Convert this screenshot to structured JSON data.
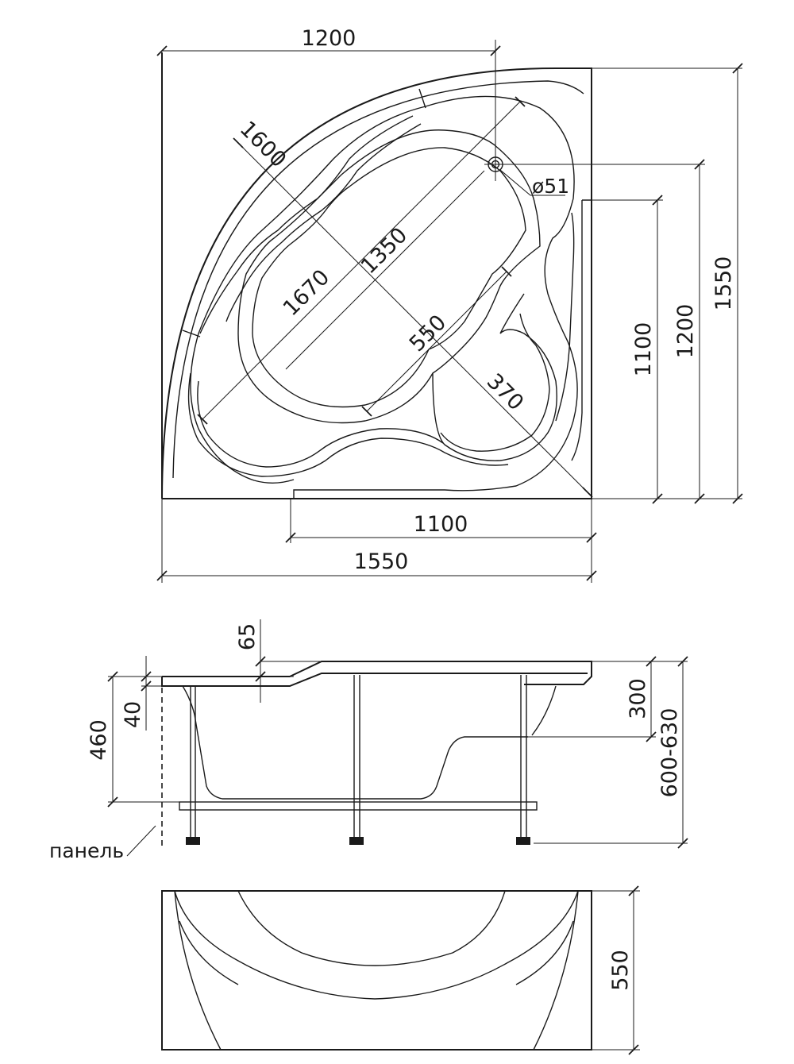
{
  "top_view": {
    "width_overall": "1550",
    "height_overall": "1550",
    "width_short": "1100",
    "height_short": "1100",
    "width_top": "1200",
    "height_mid": "1200",
    "diagonal_outer": "1600",
    "diagonal_bowl": "1670",
    "diagonal_inner": "1350",
    "seat_depth": "550",
    "corner_offset": "370",
    "drain_diameter": "ø51"
  },
  "side_view": {
    "rim_step": "65",
    "rim_thickness": "40",
    "tub_depth": "460",
    "seat_height": "300",
    "total_height": "600-630",
    "panel_label": "панель"
  },
  "front_panel": {
    "panel_height": "550"
  }
}
